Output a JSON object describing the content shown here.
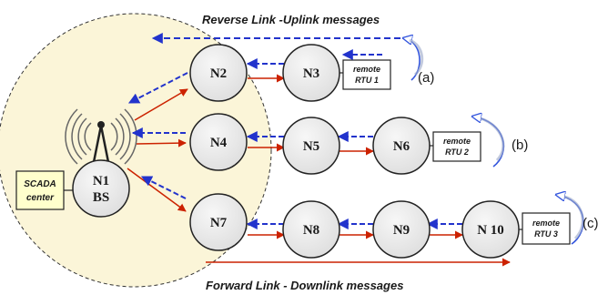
{
  "titles": {
    "reverse": "Reverse Link -Uplink messages",
    "forward": "Forward Link - Downlink messages"
  },
  "base_station": {
    "line1": "N1",
    "line2": "BS"
  },
  "scada": {
    "line1": "SCADA",
    "line2": "center"
  },
  "nodes": {
    "n2": "N2",
    "n3": "N3",
    "n4": "N4",
    "n5": "N5",
    "n6": "N6",
    "n7": "N7",
    "n8": "N8",
    "n9": "N9",
    "n10": "N 10"
  },
  "rtus": {
    "rtu1": {
      "line1": "remote",
      "line2": "RTU 1"
    },
    "rtu2": {
      "line1": "remote",
      "line2": "RTU  2"
    },
    "rtu3": {
      "line1": "remote",
      "line2": "RTU 3"
    }
  },
  "cases": {
    "a": "(a)",
    "b": "(b)",
    "c": "(c)"
  },
  "colors": {
    "coverage_fill": "#fbf5d8",
    "node_fill": "#ebebeb",
    "scada_fill": "#ffffcc",
    "uplink": "#2233cc",
    "downlink": "#cc2200",
    "swirl": "#3355dd"
  }
}
